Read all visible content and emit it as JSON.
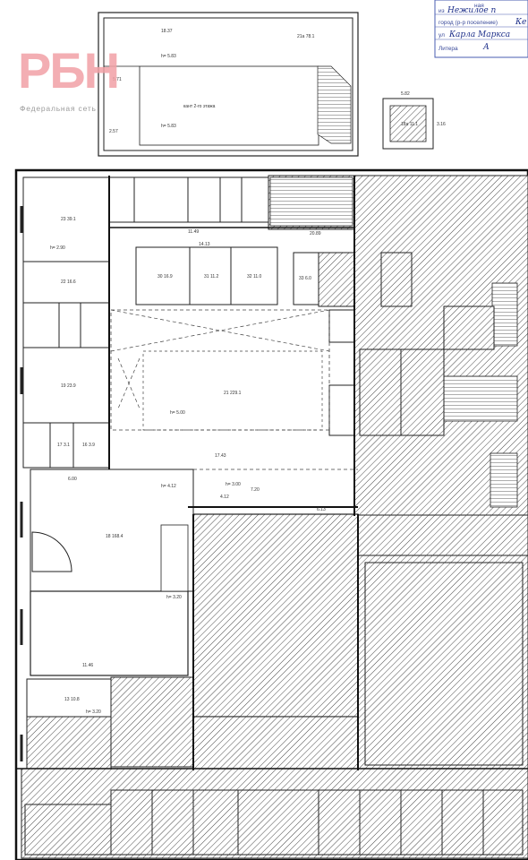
{
  "watermark": {
    "logo": "РБН",
    "subtitle": "Федеральная  сеть"
  },
  "stamp": {
    "top_word": "ная",
    "row1_label": "из",
    "row1_value": "Нежилое п",
    "row2_label": "город (р-р поселение)",
    "row2_value": "Ке",
    "row3_label": "ул",
    "row3_value": "Карла Маркса",
    "row4_label": "Литера",
    "row4_value": "А"
  },
  "plan_labels": {
    "mezz_area": "18.37",
    "mezz_room": "21а 78.1",
    "mezz_note": "кант 2-го этажа",
    "mezz_h1": "h= 5.83",
    "mezz_h2": "h= 5.83",
    "mezz_w": "5.71",
    "mezz_w2": "2.57",
    "small_box_w": "5.82",
    "small_box_room": "18а 11.1",
    "small_box_h": "3.16",
    "r23": "23 39.1",
    "r22": "22 16.6",
    "r19": "19 23.9",
    "r30": "30 16.9",
    "r31": "31 11.2",
    "r32": "32 11.0",
    "r33": "33 6.0",
    "r21": "21 229.1",
    "r18": "18 168.4",
    "r13": "13 10.8",
    "r17": "17 3.1",
    "r16": "16 3.9",
    "h_r23": "h= 2.90",
    "h_main": "h= 5.00",
    "h_r18": "h= 3.20",
    "h_r13": "h= 3.20",
    "dim_1149": "11.49",
    "dim_1743": "17.43",
    "dim_1413": "14.13",
    "dim_2089": "20.89",
    "dim_600": "6.00",
    "dim_1146": "11.46",
    "dim_412": "4.12",
    "dim_720": "7.20",
    "dim_613": "6.13",
    "h_412": "h= 4.12",
    "h_300": "h= 3.00"
  }
}
